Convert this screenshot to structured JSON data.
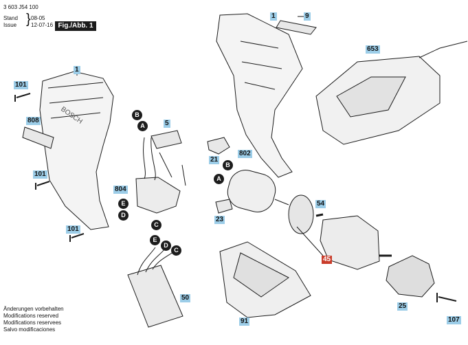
{
  "header": {
    "part_number": "3 603 J54 100",
    "stand_label": "Stand",
    "issue_label": "Issue",
    "stand_value": "08-05",
    "issue_value": "12-07-16",
    "figure_label": "Fig./Abb. 1"
  },
  "parts": [
    {
      "id": "p1a",
      "label": "1"
    },
    {
      "id": "p1b",
      "label": "1"
    },
    {
      "id": "p9",
      "label": "9"
    },
    {
      "id": "p653",
      "label": "653"
    },
    {
      "id": "p101a",
      "label": "101"
    },
    {
      "id": "p808",
      "label": "808"
    },
    {
      "id": "p5",
      "label": "5"
    },
    {
      "id": "p21",
      "label": "21"
    },
    {
      "id": "p802",
      "label": "802"
    },
    {
      "id": "p101b",
      "label": "101"
    },
    {
      "id": "p804",
      "label": "804"
    },
    {
      "id": "p54",
      "label": "54"
    },
    {
      "id": "p23",
      "label": "23"
    },
    {
      "id": "p101c",
      "label": "101"
    },
    {
      "id": "p45",
      "label": "45"
    },
    {
      "id": "p50",
      "label": "50"
    },
    {
      "id": "p25",
      "label": "25"
    },
    {
      "id": "p91",
      "label": "91"
    },
    {
      "id": "p107",
      "label": "107"
    }
  ],
  "connectors": [
    "B",
    "A",
    "B",
    "A",
    "E",
    "D",
    "C",
    "E",
    "D",
    "C"
  ],
  "notes": [
    "Änderungen vorbehalten",
    "Modifications reserved",
    "Modifications reservees",
    "Salvo modificaciones"
  ],
  "colors": {
    "label_bg": "#9ccde8",
    "highlight_bg": "#c93c2a"
  }
}
